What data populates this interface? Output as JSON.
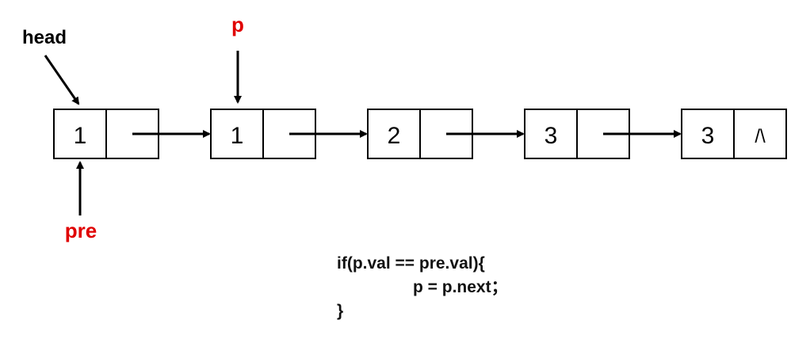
{
  "colors": {
    "stroke": "#000000",
    "pointer_label": "#e00000",
    "text": "#111111"
  },
  "nodes": [
    {
      "value": "1",
      "next": ""
    },
    {
      "value": "1",
      "next": ""
    },
    {
      "value": "2",
      "next": ""
    },
    {
      "value": "3",
      "next": ""
    },
    {
      "value": "3",
      "next": "/\\"
    }
  ],
  "pointers": {
    "head": {
      "label": "head"
    },
    "p": {
      "label": "p"
    },
    "pre": {
      "label": "pre"
    }
  },
  "code": {
    "line1": "if(p.val == pre.val){",
    "line2": "p = p.next；",
    "line3": "}"
  }
}
